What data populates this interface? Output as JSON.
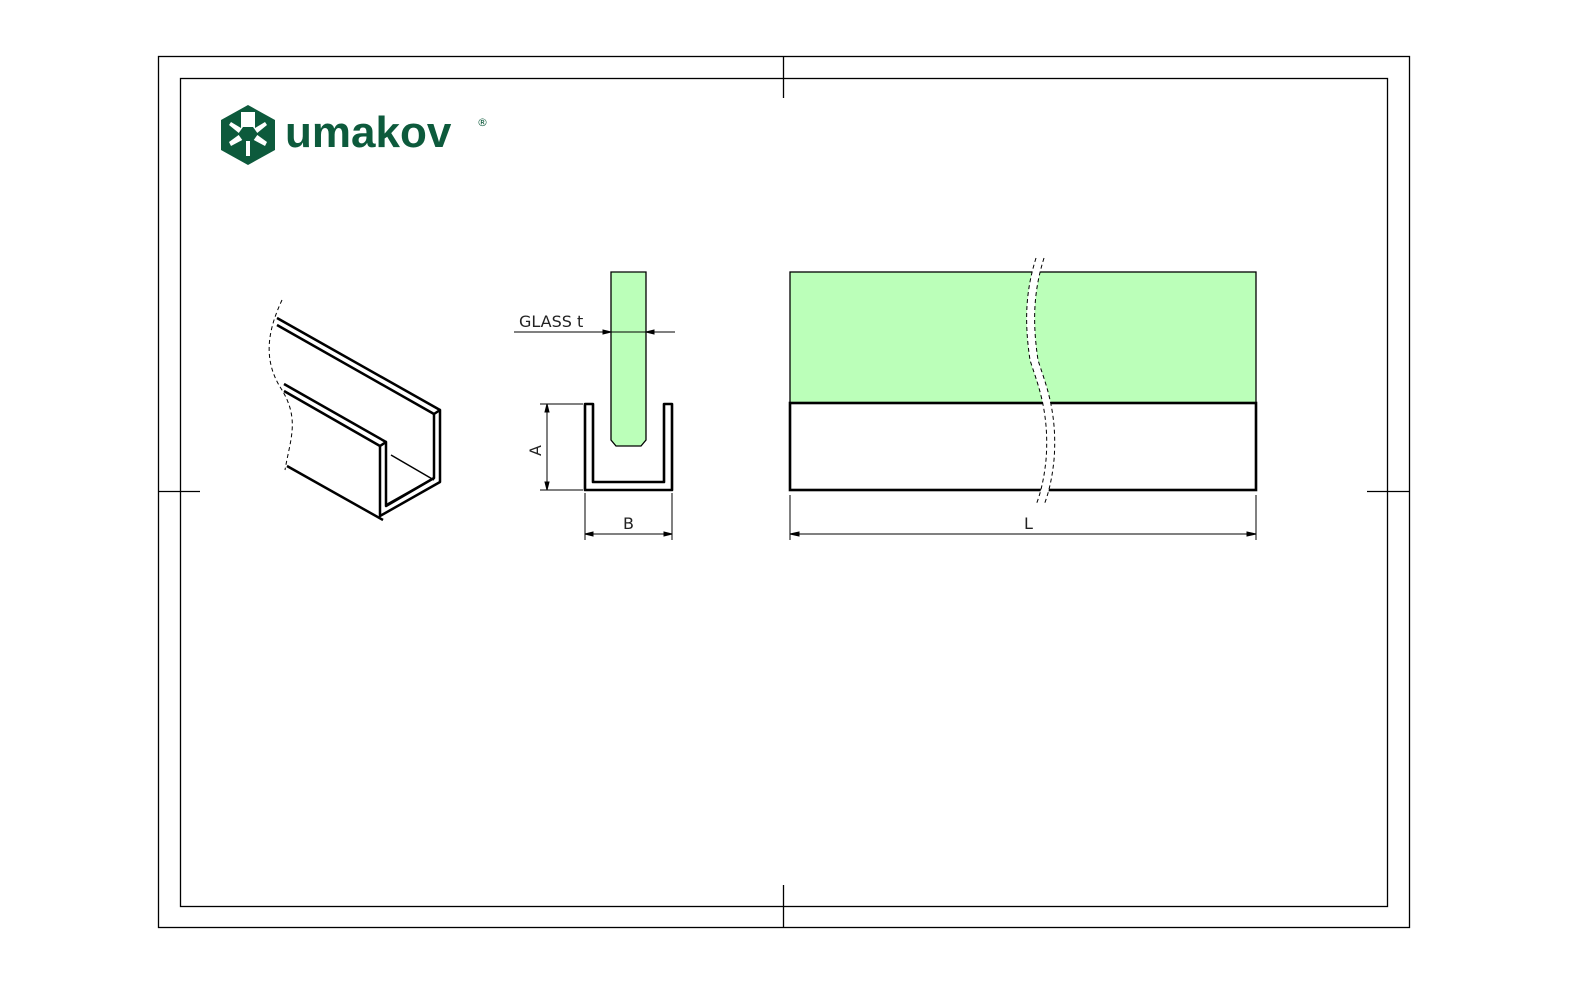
{
  "drawing": {
    "brand": {
      "name": "umakov",
      "registered_mark": "®",
      "color": "#0d5a3c"
    },
    "labels": {
      "glass_thickness": "GLASS t",
      "dim_height": "A",
      "dim_width": "B",
      "dim_length": "L"
    },
    "colors": {
      "glass_fill": "#bbffb9",
      "line": "#000000",
      "background": "#ffffff"
    },
    "views": [
      {
        "name": "isometric-view"
      },
      {
        "name": "section-view"
      },
      {
        "name": "front-view"
      }
    ]
  }
}
